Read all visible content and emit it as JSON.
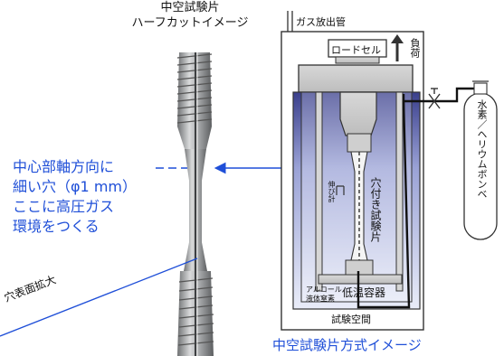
{
  "specimen_caption": {
    "line1": "中空試験片",
    "line2": "ハーフカットイメージ"
  },
  "annotation": {
    "lines": [
      "中心部軸方向に",
      "細い穴（φ1 mm）",
      "ここに高圧ガス",
      "環境をつくる"
    ],
    "color": "#1f4fd8"
  },
  "hole_label": "穴表面拡大",
  "apparatus": {
    "gas_pipe": "ガス放出管",
    "load_cell": "ロードセル",
    "load": "負荷",
    "tank": "水素／ヘリウムボンベ",
    "stretch_gauge": "伸び計",
    "specimen": "穴付き試験片",
    "alcohol": "アルコール",
    "nitrogen": "液体窒素",
    "cryo": "低温容器",
    "space": "試験空間"
  },
  "bottom_caption": "中空試験片方式イメージ",
  "colors": {
    "accent": "#1f4fd8",
    "liquid": "#3a3f8c"
  }
}
